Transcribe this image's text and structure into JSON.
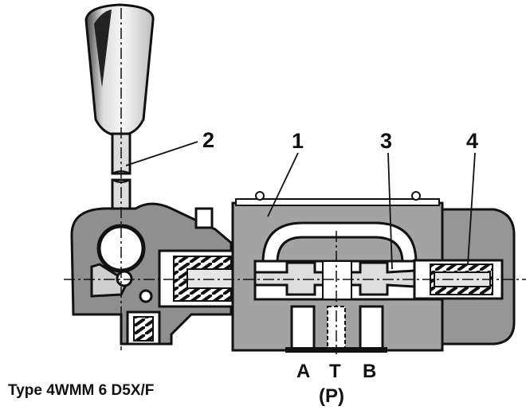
{
  "figure": {
    "callouts": [
      "1",
      "2",
      "3",
      "4"
    ],
    "ports": {
      "a": "A",
      "t": "T",
      "b": "B",
      "p": "(P)"
    },
    "caption": "Type 4WMM 6 D5X/F"
  }
}
